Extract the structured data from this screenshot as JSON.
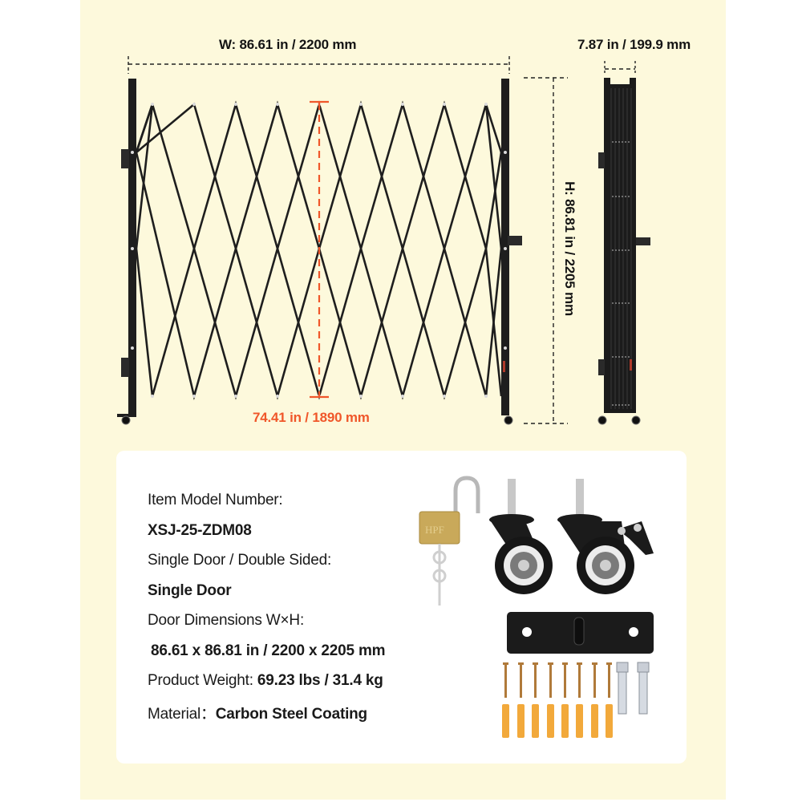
{
  "dimensions": {
    "width_label": "W: 86.61 in / 2200 mm",
    "depth_label": "7.87 in / 199.9 mm",
    "height_label": "H: 86.81 in / 2205 mm",
    "inner_height_label": "74.41 in / 1890 mm"
  },
  "colors": {
    "background": "#fdf9dc",
    "accent": "#f0572a",
    "gate": "#1e1e1e",
    "card": "#ffffff"
  },
  "specs": {
    "model_label": "Item Model Number:",
    "model_value": "XSJ-25-ZDM08",
    "type_label": "Single Door / Double Sided:",
    "type_value": "Single Door",
    "dims_label": "Door Dimensions W×H:",
    "dims_value": "86.61 x 86.81 in / 2200 x 2205 mm",
    "weight_label": "Product Weight: ",
    "weight_value": "69.23 lbs / 31.4 kg",
    "material_label": "Material：",
    "material_value": "Carbon Steel Coating"
  },
  "accessories": {
    "padlock_brand": "HPF",
    "items": [
      "padlock-with-keys",
      "swivel-caster",
      "locking-swivel-caster",
      "wall-bracket",
      "wood-screws",
      "wall-anchors",
      "expansion-bolts"
    ],
    "screw_count": 8,
    "anchor_count": 8,
    "bolt_count": 2
  }
}
